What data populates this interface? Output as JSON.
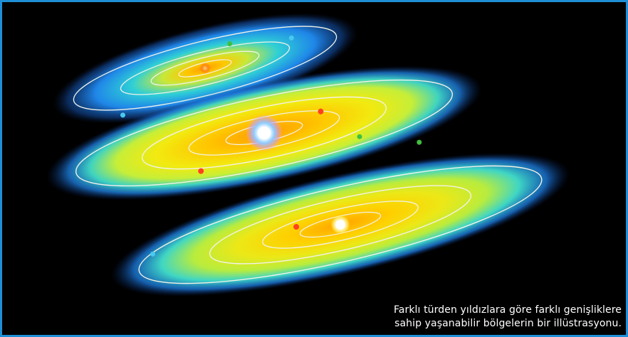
{
  "caption": {
    "line1": "Farklı türden yıldızlara göre farklı genişliklere",
    "line2": "sahip yaşanabilir bölgelerin bir illüstrasyonu."
  },
  "colors": {
    "border": "#1e8fd6",
    "background": "#000000",
    "caption_text": "#ffffff",
    "zone_outer_blue": "#1f7be8",
    "zone_cyan": "#1fd2d8",
    "zone_green_yellow": "#c8f03a",
    "zone_yellow": "#ffe500",
    "zone_orange_core": "#ff9a00",
    "orbit_line": "#f2f2e8",
    "planet_red": "#ff4020",
    "planet_green": "#3fbf3f",
    "planet_cyan": "#49c8f0",
    "star_small_orange": "#ff8a1a",
    "star_blue_white": "#e8f6ff",
    "star_white_yellow": "#fffce0"
  },
  "systems": [
    {
      "name": "small-star-system",
      "star": "orange dwarf",
      "orbits": 4
    },
    {
      "name": "hot-star-system",
      "star": "blue-white star",
      "orbits": 4
    },
    {
      "name": "sun-like-system",
      "star": "yellow-white star",
      "orbits": 4
    }
  ]
}
